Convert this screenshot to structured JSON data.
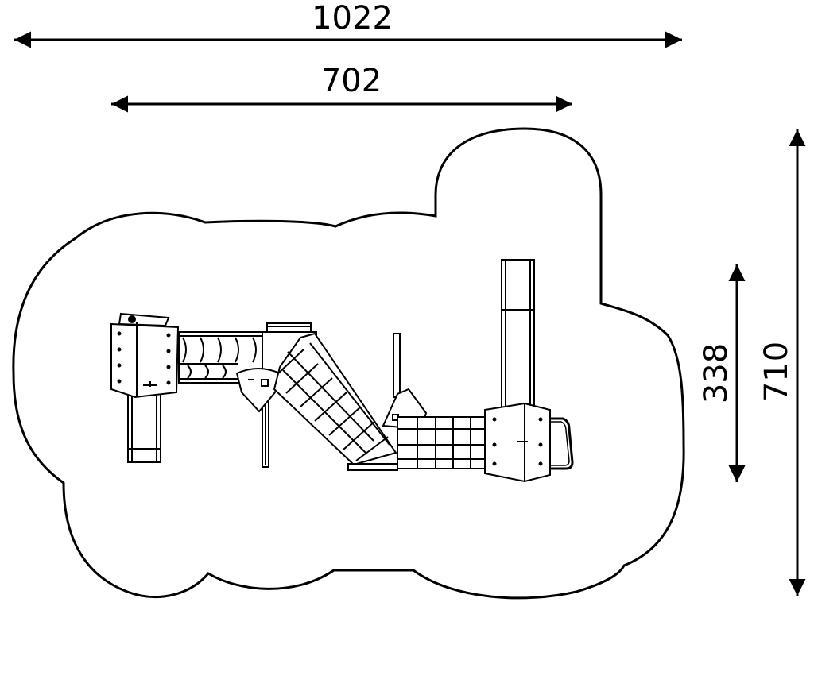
{
  "dimensions": {
    "total_width": "1022",
    "structure_width": "702",
    "structure_depth": "338",
    "total_depth": "710"
  },
  "colors": {
    "line": "#000000",
    "background": "#ffffff",
    "fill": "#ffffff"
  }
}
